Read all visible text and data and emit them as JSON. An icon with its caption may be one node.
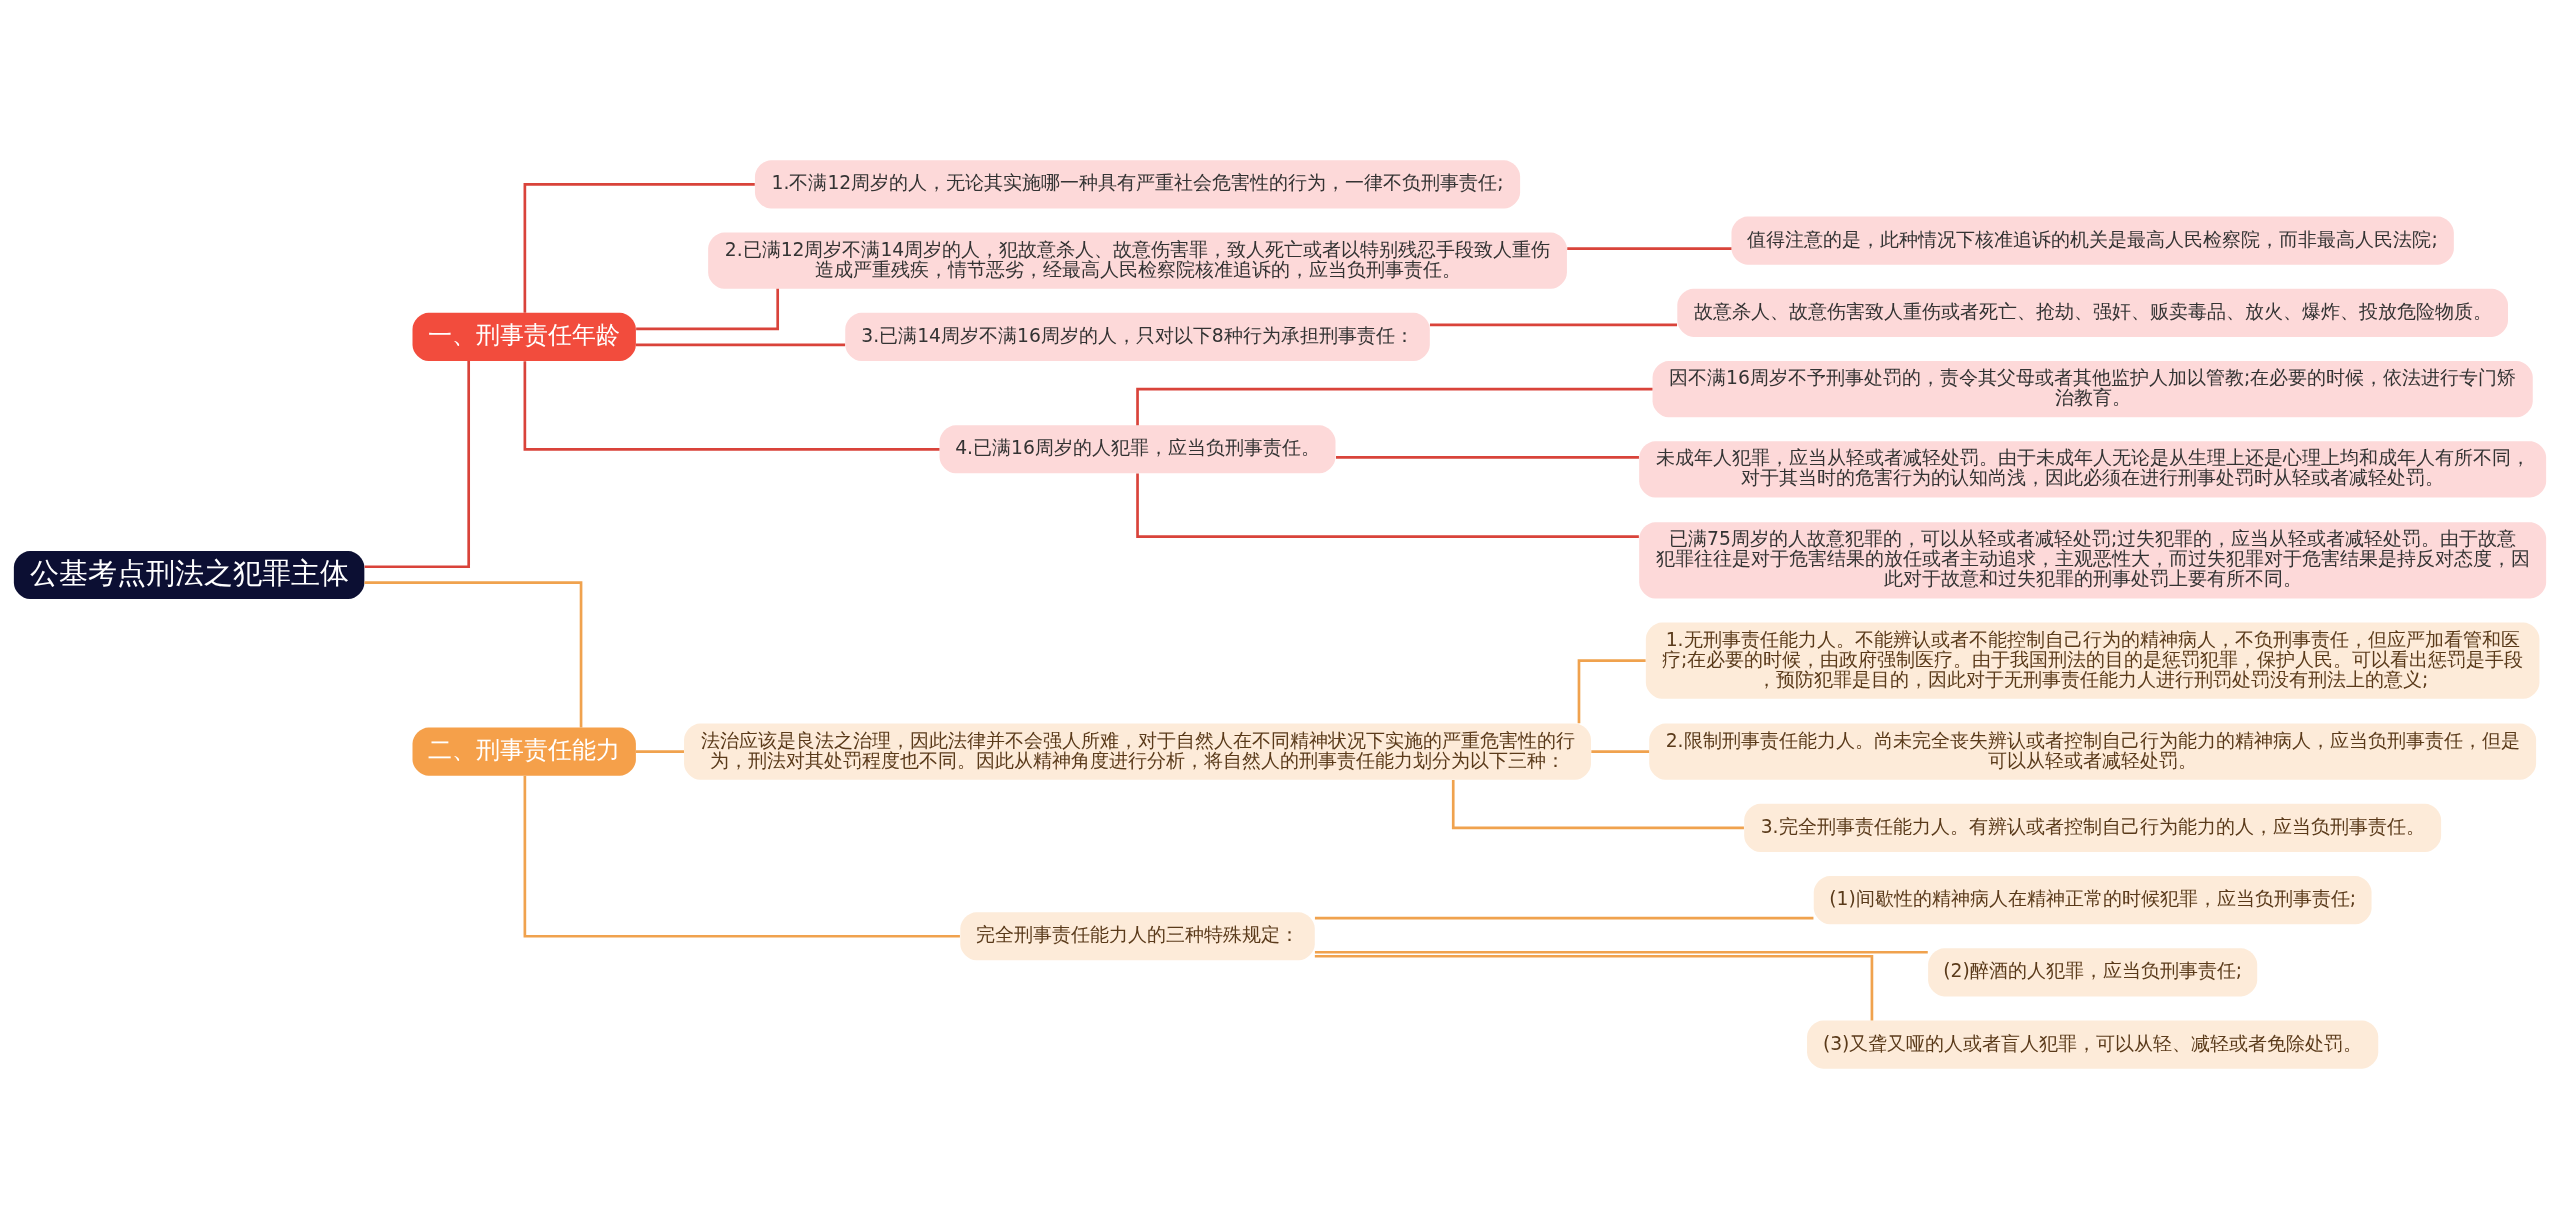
{
  "diagram": {
    "nodes": [
      {
        "text": [
          "公基考点刑法之犯罪主体"
        ]
      },
      {
        "text": [
          "一、刑事责任年龄"
        ]
      },
      {
        "text": [
          "1.不满12周岁的人，无论其实施哪一种具有严重社会危害性的行为，一律不负刑事责任;"
        ]
      },
      {
        "text": [
          "2.已满12周岁不满14周岁的人，犯故意杀人、故意伤害罪，致人死亡或者以特别残忍手段致人重伤造成严重残疾，情节恶劣，经最高人民检察院核准追诉的，应当负刑事责任。"
        ]
      },
      {
        "text": [
          "值得注意的是，此种情况下核准追诉的机关是最高人民检察院，而非最高人民法院;"
        ]
      },
      {
        "text": [
          "3.已满14周岁不满16周岁的人，只对以下8种行为承担刑事责任："
        ]
      },
      {
        "text": [
          "故意杀人、故意伤害致人重伤或者死亡、抢劫、强奸、贩卖毒品、放火、爆炸、投放危险物质。"
        ]
      },
      {
        "text": [
          "4.已满16周岁的人犯罪，应当负刑事责任。"
        ]
      },
      {
        "text": [
          "因不满16周岁不予刑事处罚的，责令其父母或者其他监护人加以管教;在必要的时候，依法进行专门矫治教育。"
        ]
      },
      {
        "text": [
          "未成年人犯罪，应当从轻或者减轻处罚。由于未成年人无论是从生理上还是心理上均和成年人有所不同，对于其当时的危害行为的认知尚浅，因此必须在进行刑事处罚时从轻或者减轻处罚。"
        ]
      },
      {
        "text": [
          "已满75周岁的人故意犯罪的，可以从轻或者减轻处罚;过失犯罪的，应当从轻或者减轻处罚。由于故意犯罪往往是对于危害结果的放任或者主动追求，主观恶性大，而过失犯罪对于危害结果是持反对态度，因此对于故意和过失犯罪的刑事处罚上要有所不同。"
        ]
      },
      {
        "text": [
          "二、刑事责任能力"
        ]
      },
      {
        "text": [
          "法治应该是良法之治理，因此法律并不会强人所难，对于自然人在不同精神状况下实施的严重危害性的行为，刑法对其处罚程度也不同。因此从精神角度进行分析，将自然人的刑事责任能力划分为以下三种："
        ]
      },
      {
        "text": [
          "1.无刑事责任能力人。不能辨认或者不能控制自己行为的精神病人，不负刑事责任，但应严加看管和医疗;在必要的时候，由政府强制医疗。由于我国刑法的目的是惩罚犯罪，保护人民。可以看出惩罚是手段，预防犯罪是目的，因此对于无刑事责任能力人进行刑罚处罚没有刑法上的意义;"
        ]
      },
      {
        "text": [
          "2.限制刑事责任能力人。尚未完全丧失辨认或者控制自己行为能力的精神病人，应当负刑事责任，但是可以从轻或者减轻处罚。"
        ]
      },
      {
        "text": [
          "3.完全刑事责任能力人。有辨认或者控制自己行为能力的人，应当负刑事责任。"
        ]
      },
      {
        "text": [
          "完全刑事责任能力人的三种特殊规定："
        ]
      },
      {
        "text": [
          "(1)间歇性的精神病人在精神正常的时候犯罪，应当负刑事责任;"
        ]
      },
      {
        "text": [
          "(2)醉酒的人犯罪，应当负刑事责任;"
        ]
      },
      {
        "text": [
          "(3)又聋又哑的人或者盲人犯罪，可以从轻、减轻或者免除处罚。"
        ]
      }
    ],
    "edges": [
      {
        "from": 0,
        "to": 1,
        "arrow": "none"
      },
      {
        "from": 1,
        "to": 2,
        "arrow": "none"
      },
      {
        "from": 1,
        "to": 3,
        "arrow": "none"
      },
      {
        "from": 3,
        "to": 4,
        "arrow": "none"
      },
      {
        "from": 1,
        "to": 5,
        "arrow": "none"
      },
      {
        "from": 5,
        "to": 6,
        "arrow": "none"
      },
      {
        "from": 1,
        "to": 7,
        "arrow": "none"
      },
      {
        "from": 7,
        "to": 8,
        "arrow": "none"
      },
      {
        "from": 7,
        "to": 9,
        "arrow": "none"
      },
      {
        "from": 7,
        "to": 10,
        "arrow": "none"
      },
      {
        "from": 0,
        "to": 11,
        "arrow": "none",
        "color": "#f0a24e"
      },
      {
        "from": 11,
        "to": 12,
        "arrow": "none",
        "color": "#f0a24e"
      },
      {
        "from": 12,
        "to": 13,
        "arrow": "none",
        "color": "#f0a24e"
      },
      {
        "from": 12,
        "to": 14,
        "arrow": "none",
        "color": "#f0a24e"
      },
      {
        "from": 12,
        "to": 15,
        "arrow": "none",
        "color": "#f0a24e"
      },
      {
        "from": 11,
        "to": 16,
        "arrow": "none",
        "color": "#f0a24e"
      },
      {
        "from": 16,
        "to": 17,
        "arrow": "none",
        "color": "#f0a24e"
      },
      {
        "from": 16,
        "to": 18,
        "arrow": "none",
        "color": "#f0a24e"
      },
      {
        "from": 16,
        "to": 19,
        "arrow": "none",
        "color": "#f0a24e"
      }
    ]
  }
}
